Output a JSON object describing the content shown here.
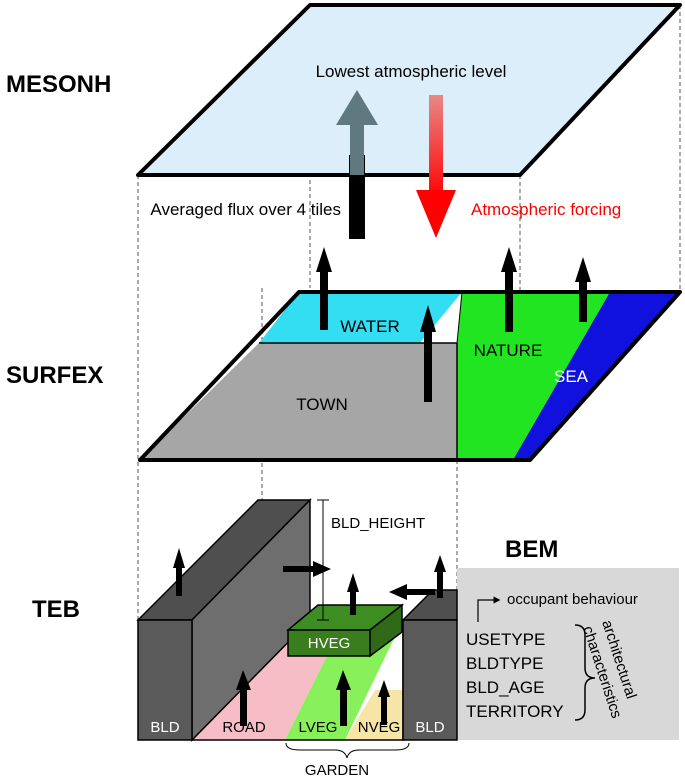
{
  "layers": {
    "mesonh": "MESONH",
    "surfex": "SURFEX",
    "teb": "TEB",
    "bem": "BEM"
  },
  "atmosphere": {
    "lowest_level": "Lowest atmospheric level",
    "averaged_flux": "Averaged flux over 4 tiles",
    "forcing": "Atmospheric forcing"
  },
  "tiles": {
    "water": "WATER",
    "nature": "NATURE",
    "sea": "SEA",
    "town": "TOWN"
  },
  "teb": {
    "bld_height": "BLD_HEIGHT",
    "hveg": "HVEG",
    "bld_left": "BLD",
    "road": "ROAD",
    "lveg": "LVEG",
    "nveg": "NVEG",
    "bld_right": "BLD",
    "garden": "GARDEN"
  },
  "bem": {
    "occupant": "occupant behaviour",
    "params": [
      "USETYPE",
      "BLDTYPE",
      "BLD_AGE",
      "TERRITORY"
    ],
    "characteristics_line1": "architectural",
    "characteristics_line2": "characteristics"
  },
  "colors": {
    "sky": "#dbeefa",
    "water": "#33ddf2",
    "nature": "#22e522",
    "sea": "#1111dd",
    "town": "#a6a6a6",
    "building": "#5a5a5a",
    "road": "#f7bdc6",
    "lveg": "#88f05a",
    "nveg": "#f5e6a8",
    "hveg": "#3a7d1e",
    "flux_arrow": "#607880",
    "forcing_arrow_top": "#e88888",
    "forcing_arrow": "#ff0000",
    "bem_box": "#d8d8d8"
  }
}
